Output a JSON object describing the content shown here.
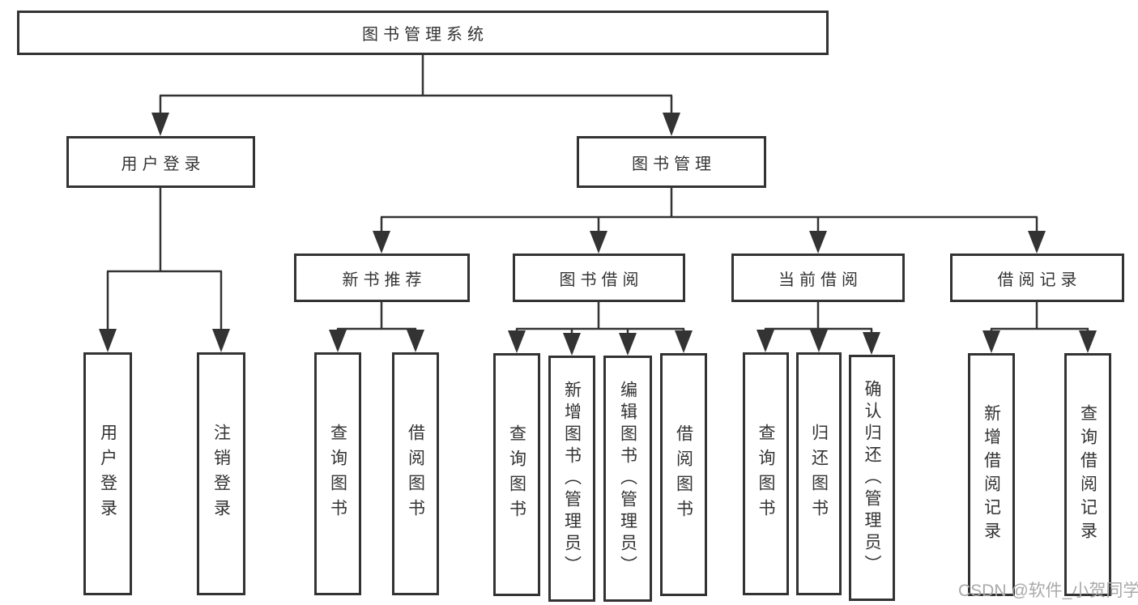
{
  "nodes": {
    "root": "图书管理系统",
    "branches": [
      "用户登录",
      "图书管理"
    ],
    "sections": [
      "新书推荐",
      "图书借阅",
      "当前借阅",
      "借阅记录"
    ],
    "leaves": [
      "用户登录",
      "注销登录",
      "查询图书",
      "借阅图书",
      "查询图书",
      "新增图书（管理员）",
      "编辑图书（管理员）",
      "借阅图书",
      "查询图书",
      "归还图书",
      "确认归还（管理员）",
      "新增借阅记录",
      "查询借阅记录"
    ]
  },
  "watermark": {
    "text": "CSDN @软件_小贺同学"
  },
  "colors": {
    "line": "#333333",
    "border": "#333333",
    "text": "#333333",
    "watermark": "#a9a9a9",
    "background": "#ffffff"
  }
}
